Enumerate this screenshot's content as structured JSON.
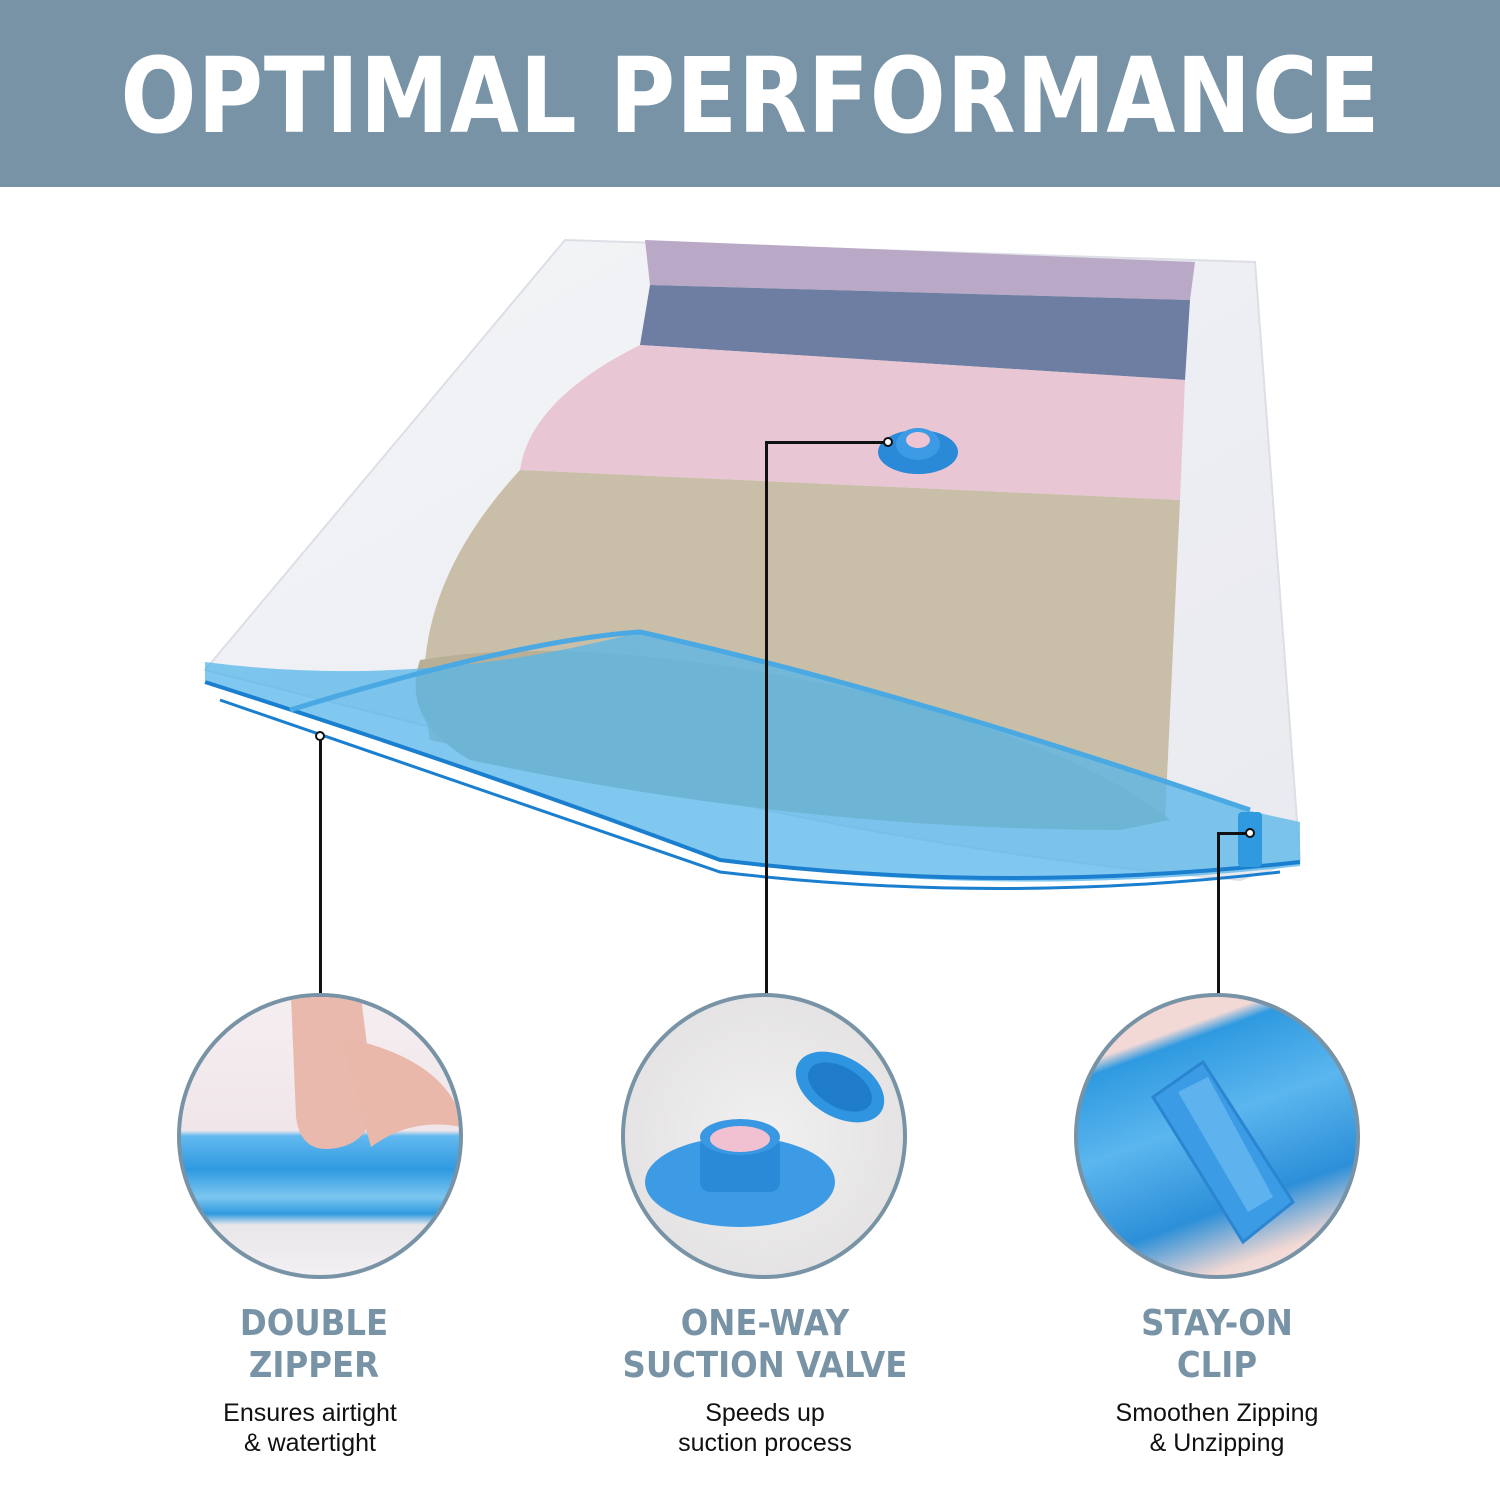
{
  "banner": {
    "title": "OPTIMAL PERFORMANCE",
    "background": "#7893a6",
    "text_color": "#ffffff"
  },
  "product": {
    "description": "Clear vacuum storage bag filled with folded towels (lavender, blue, pink, beige) with blue double zipper, blue one-way valve and blue zipper clip",
    "accent_color": "#2f9ae0"
  },
  "features": [
    {
      "title_line1": "DOUBLE",
      "title_line2": "ZIPPER",
      "desc_line1": "Ensures airtight",
      "desc_line2": "& watertight",
      "image": "double-zipper-closeup"
    },
    {
      "title_line1": "ONE-WAY",
      "title_line2": "SUCTION VALVE",
      "desc_line1": "Speeds up",
      "desc_line2": "suction process",
      "image": "suction-valve-closeup"
    },
    {
      "title_line1": "STAY-ON",
      "title_line2": "CLIP",
      "desc_line1": "Smoothen Zipping",
      "desc_line2": "& Unzipping",
      "image": "zipper-clip-closeup"
    }
  ],
  "colors": {
    "title_blue_gray": "#7893a6",
    "body_text": "#111111",
    "plastic_blue": "#2f9ae0"
  }
}
